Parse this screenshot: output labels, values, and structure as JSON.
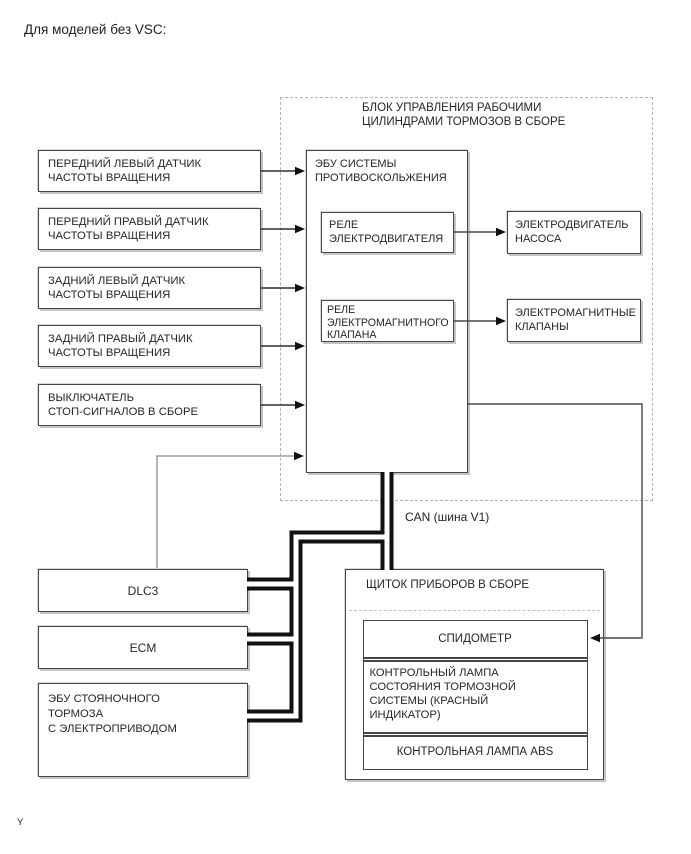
{
  "page_title": "Для моделей без VSC:",
  "footer_marker": "Y",
  "can_bus_label": "CAN (шина V1)",
  "actuator_assembly": {
    "title": "БЛОК УПРАВЛЕНИЯ РАБОЧИМИ\nЦИЛИНДРАМИ ТОРМОЗОВ В СБОРЕ",
    "skid_control_ecu": "ЭБУ СИСТЕМЫ\nПРОТИВОСКОЛЬЖЕНИЯ",
    "motor_relay": "РЕЛЕ\nЭЛЕКТРОДВИГАТЕЛЯ",
    "solenoid_relay": "РЕЛЕ\nЭЛЕКТРОМАГНИТНОГО\nКЛАПАНА",
    "pump_motor": "ЭЛЕКТРОДВИГАТЕЛЬ\nНАСОСА",
    "solenoid_valves": "ЭЛЕКТРОМАГНИТНЫЕ\nКЛАПАНЫ"
  },
  "inputs": [
    {
      "label": "ПЕРЕДНИЙ ЛЕВЫЙ ДАТЧИК\nЧАСТОТЫ ВРАЩЕНИЯ"
    },
    {
      "label": "ПЕРЕДНИЙ ПРАВЫЙ ДАТЧИК\nЧАСТОТЫ ВРАЩЕНИЯ"
    },
    {
      "label": "ЗАДНИЙ ЛЕВЫЙ ДАТЧИК\nЧАСТОТЫ ВРАЩЕНИЯ"
    },
    {
      "label": "ЗАДНИЙ ПРАВЫЙ ДАТЧИК\nЧАСТОТЫ ВРАЩЕНИЯ"
    },
    {
      "label": "ВЫКЛЮЧАТЕЛЬ\nСТОП-СИГНАЛОВ В СБОРЕ"
    }
  ],
  "bus_nodes": {
    "dlc3": "DLC3",
    "ecm": "ECM",
    "epb_ecu": "ЭБУ СТОЯНОЧНОГО\nТОРМОЗА\nС ЭЛЕКТРОПРИВОДОМ"
  },
  "instrument_cluster": {
    "title": "ЩИТОК ПРИБОРОВ В СБОРЕ",
    "speedometer": "СПИДОМЕТР",
    "brake_warning": "КОНТРОЛЬНЫЙ ЛАМПА\nСОСТОЯНИЯ ТОРМОЗНОЙ\nСИСТЕМЫ (КРАСНЫЙ\nИНДИКАТОР)",
    "abs_warning": "КОНТРОЛЬНАЯ ЛАМПА ABS"
  },
  "colors": {
    "background": "#ffffff",
    "box_border": "#464646",
    "bus_line": "#111111",
    "arrow_line": "#2f2f2f",
    "gray_connector": "#8c8c8c",
    "dashed_border": "#b3b3b3",
    "text": "#262626"
  }
}
